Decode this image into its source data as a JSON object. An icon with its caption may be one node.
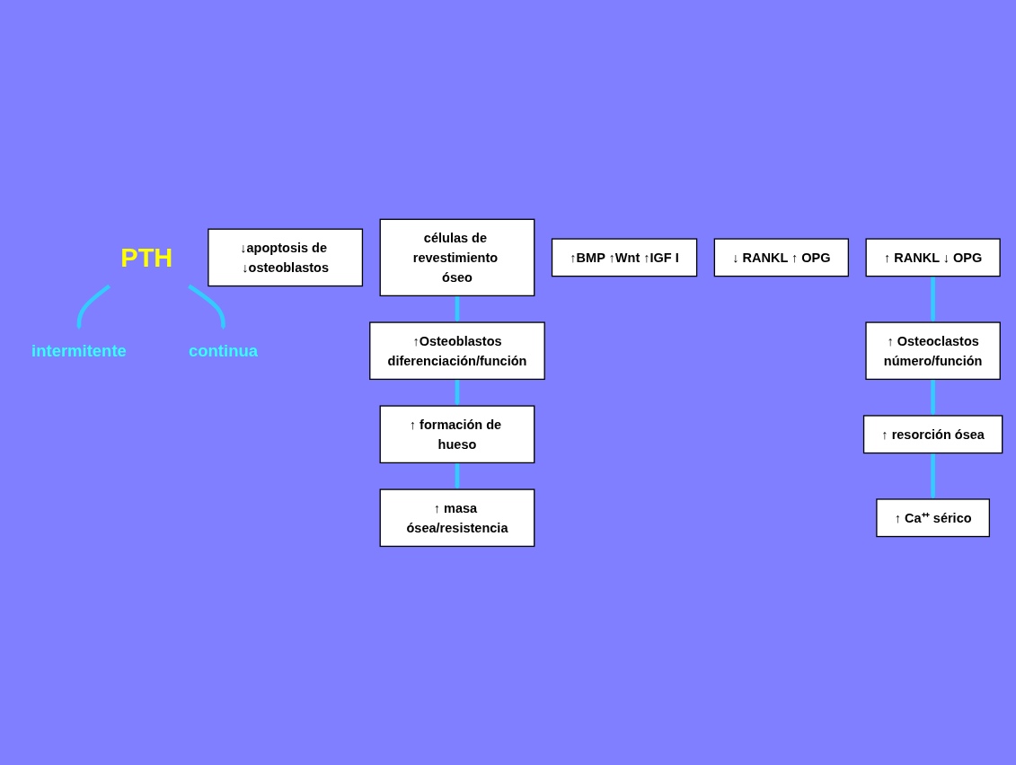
{
  "diagram": {
    "nodes": [
      {
        "text": [
          "PTH"
        ]
      },
      {
        "text": [
          "intermitente"
        ]
      },
      {
        "text": [
          "continua"
        ]
      },
      {
        "text": [
          "↓apoptosis de ↓osteoblastos"
        ]
      },
      {
        "text": [
          "células de revestimiento óseo"
        ]
      },
      {
        "text": [
          "↑BMP ↑Wnt ↑IGF I"
        ]
      },
      {
        "text": [
          "↓ RANKL ↑ OPG"
        ]
      },
      {
        "text": [
          "↑Osteoblastos",
          "diferenciación/función"
        ]
      },
      {
        "text": [
          "↑ formación de hueso"
        ]
      },
      {
        "text": [
          "↑ masa ósea/resistencia"
        ]
      },
      {
        "text": [
          "↑ RANKL ↓ OPG"
        ]
      },
      {
        "text": [
          "↑ Osteoclastos",
          "número/función"
        ]
      },
      {
        "text": [
          "↑ resorción ósea"
        ]
      },
      {
        "text": [
          "↑ Ca⁺⁺ sérico"
        ]
      }
    ],
    "edges": [
      {
        "from": 0,
        "to": 1,
        "arrow": "to"
      },
      {
        "from": 0,
        "to": 2,
        "arrow": "to"
      },
      {
        "from": 4,
        "to": 7,
        "arrow": "to"
      },
      {
        "from": 7,
        "to": 8,
        "arrow": "to"
      },
      {
        "from": 8,
        "to": 9,
        "arrow": "to"
      },
      {
        "from": 10,
        "to": 11,
        "arrow": "to"
      },
      {
        "from": 11,
        "to": 12,
        "arrow": "to"
      },
      {
        "from": 12,
        "to": 13,
        "arrow": "to"
      }
    ]
  }
}
